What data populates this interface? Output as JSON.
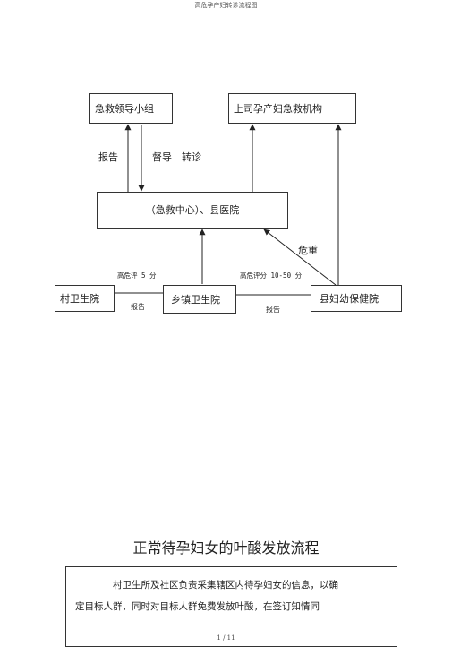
{
  "header": {
    "title": "高危孕产妇转诊流程图"
  },
  "flowchart": {
    "boxes": {
      "emergency_group": "急救领导小组",
      "superior_institution": "上司孕产妇急救机构",
      "county_hospital": "（急救中心）、县医院",
      "village_clinic": "村卫生院",
      "township_clinic": "乡镇卫生院",
      "county_mch": "县妇幼保健院"
    },
    "labels": {
      "report_top": "报告",
      "supervise": "督导",
      "transfer": "转诊",
      "critical": "危重",
      "score_5": "高危评 5 分",
      "score_10_50": "高危评分 10-50 分",
      "report_left": "报告",
      "report_right": "报告"
    }
  },
  "section": {
    "title": "正常待孕妇女的叶酸发放流程",
    "line1": "村卫生所及社区负责采集辖区内待孕妇女的信息，以确",
    "line2": "定目标人群，同时对目标人群免费发放叶酸，在签订知情同"
  },
  "footer": {
    "page": "1 / 11"
  }
}
